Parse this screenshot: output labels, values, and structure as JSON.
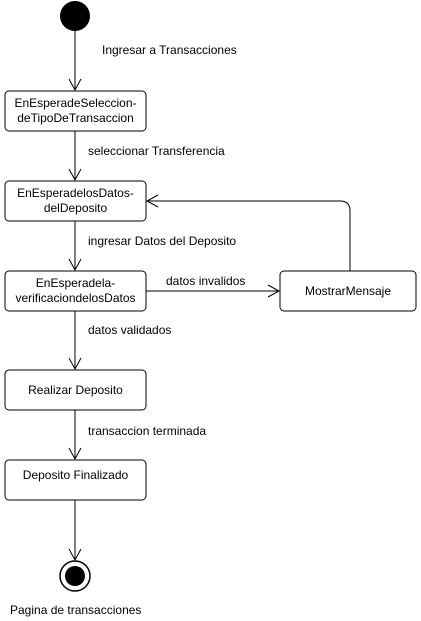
{
  "diagram": {
    "initial_label": "Ingresar a Transacciones",
    "final_label": "Pagina de transacciones",
    "states": {
      "seleccion": {
        "line1": "EnEsperadeSeleccion-",
        "line2": "deTipoDeTransaccion"
      },
      "datos": {
        "line1": "EnEsperadelosDatos-",
        "line2": "delDeposito"
      },
      "verificacion": {
        "line1": "EnEsperadela-",
        "line2": "verificaciondelosDatos"
      },
      "mensaje": {
        "line1": "MostrarMensaje"
      },
      "realizar": {
        "line1": "Realizar Deposito"
      },
      "finalizado": {
        "line1": "Deposito Finalizado"
      }
    },
    "transitions": {
      "seleccionar": "seleccionar Transferencia",
      "ingresar": "ingresar Datos del Deposito",
      "invalidos": "datos invalidos",
      "validados": "datos validados",
      "terminada": "transaccion terminada"
    }
  }
}
